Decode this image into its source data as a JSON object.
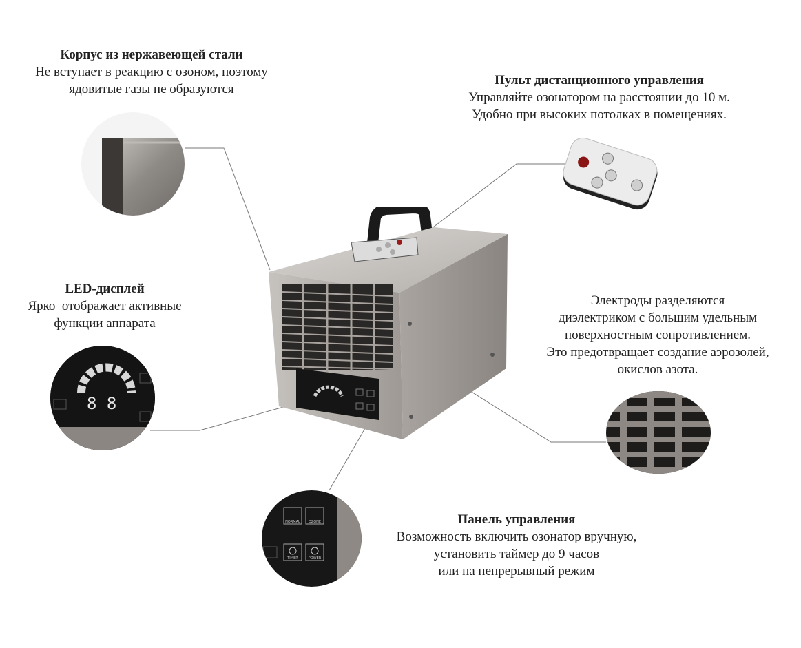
{
  "callouts": {
    "body": {
      "title": "Корпус из нержавеющей стали",
      "lines": [
        "Не вступает в реакцию с озоном, поэтому",
        "ядовитые газы не образуются"
      ]
    },
    "remote": {
      "title": "Пульт дистанционного управления",
      "lines": [
        "Управляйте озонатором на расстоянии до 10 м.",
        "Удобно при высоких потолках в помещениях."
      ]
    },
    "led": {
      "title": "LED-дисплей",
      "lines": [
        "Ярко  отображает активные",
        "функции аппарата"
      ]
    },
    "electrodes": {
      "lines": [
        "Электроды разделяются",
        "диэлектриком с большим удельным",
        "поверхностным сопротивлением.",
        "Это предотвращает создание аэрозолей,",
        "окислов азота."
      ]
    },
    "panel": {
      "title": "Панель управления",
      "lines": [
        "Возможность включить озонатор вручную,",
        "установить таймер до 9 часов",
        "или на непрерывный режим"
      ]
    }
  },
  "device_labels": {
    "display_digits": "8 8",
    "btn_normal": "NORMAL",
    "btn_ozone": "OZONE",
    "btn_timer": "TIMER",
    "btn_power": "POWER"
  },
  "colors": {
    "steel": "#9a9590",
    "panel": "#1c1c1c",
    "text": "#222222"
  }
}
